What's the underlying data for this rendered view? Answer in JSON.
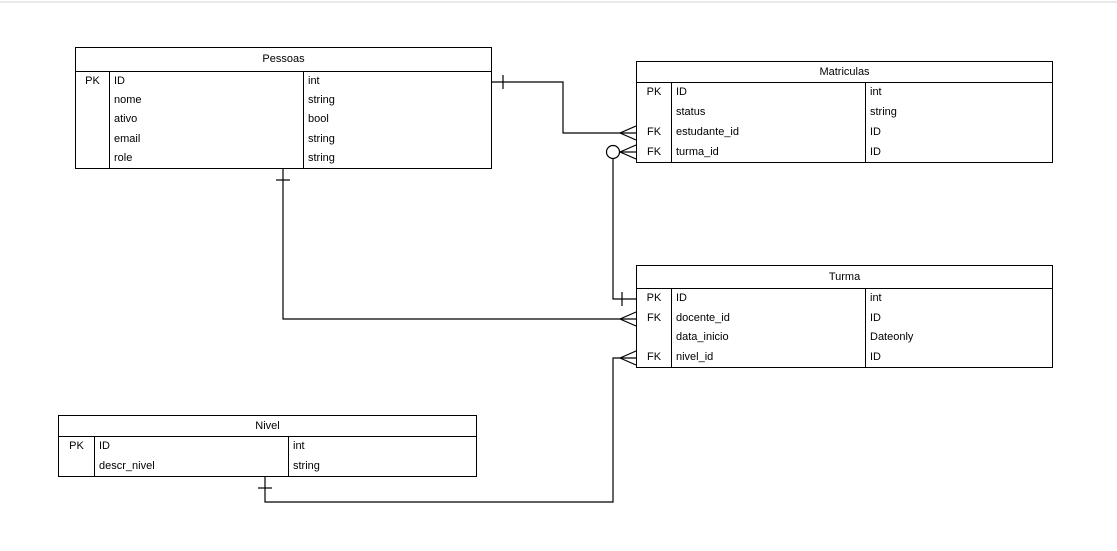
{
  "diagram": {
    "kind": "entity-relationship",
    "colors": {
      "line": "#000000",
      "bg": "#ffffff",
      "divider": "#e9e9e9"
    }
  },
  "entities": [
    {
      "name": "Pessoas",
      "rows": [
        {
          "key": "PK",
          "name": "ID",
          "type": "int"
        },
        {
          "key": "",
          "name": "nome",
          "type": "string"
        },
        {
          "key": "",
          "name": "ativo",
          "type": "bool"
        },
        {
          "key": "",
          "name": "email",
          "type": "string"
        },
        {
          "key": "",
          "name": "role",
          "type": "string"
        }
      ]
    },
    {
      "name": "Matriculas",
      "rows": [
        {
          "key": "PK",
          "name": "ID",
          "type": "int"
        },
        {
          "key": "",
          "name": "status",
          "type": "string"
        },
        {
          "key": "FK",
          "name": "estudante_id",
          "type": "ID"
        },
        {
          "key": "FK",
          "name": "turma_id",
          "type": "ID"
        }
      ]
    },
    {
      "name": "Turma",
      "rows": [
        {
          "key": "PK",
          "name": "ID",
          "type": "int"
        },
        {
          "key": "FK",
          "name": "docente_id",
          "type": "ID"
        },
        {
          "key": "",
          "name": "data_inicio",
          "type": "Dateonly"
        },
        {
          "key": "FK",
          "name": "nivel_id",
          "type": "ID"
        }
      ]
    },
    {
      "name": "Nivel",
      "rows": [
        {
          "key": "PK",
          "name": "ID",
          "type": "int"
        },
        {
          "key": "",
          "name": "descr_nivel",
          "type": "string"
        }
      ]
    }
  ],
  "relationships": [
    {
      "from": "Pessoas.ID",
      "to": "Matriculas.estudante_id",
      "from_cardinality": "one",
      "to_cardinality": "many"
    },
    {
      "from": "Turma.ID",
      "to": "Matriculas.turma_id",
      "from_cardinality": "one",
      "to_cardinality": "zero-or-many"
    },
    {
      "from": "Pessoas",
      "to": "Turma.docente_id",
      "from_cardinality": "one",
      "to_cardinality": "many"
    },
    {
      "from": "Nivel",
      "to": "Turma.nivel_id",
      "from_cardinality": "one",
      "to_cardinality": "many"
    }
  ]
}
